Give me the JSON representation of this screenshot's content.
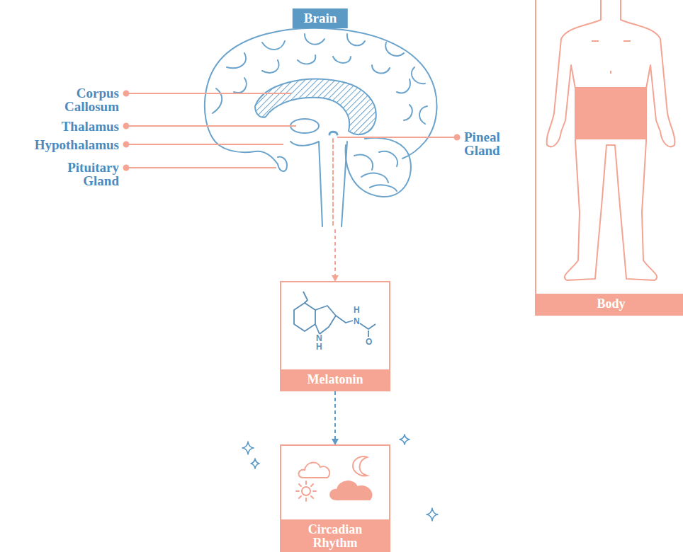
{
  "diagram": {
    "nodes": [
      {
        "text": [
          "Brain"
        ]
      },
      {
        "text": [
          "Melatonin"
        ]
      },
      {
        "text": [
          "Circadian Rhythm"
        ]
      },
      {
        "text": [
          "Body"
        ]
      }
    ],
    "edges": [
      {
        "from": 0,
        "to": 1,
        "arrow": "to"
      },
      {
        "from": 1,
        "to": 2,
        "arrow": "to"
      }
    ],
    "labels": [
      "Corpus Callosum",
      "Thalamus",
      "Hypothalamus",
      "Pituitary Gland",
      "Pineal Gland",
      "H",
      "N",
      "O",
      "N",
      "H"
    ]
  }
}
